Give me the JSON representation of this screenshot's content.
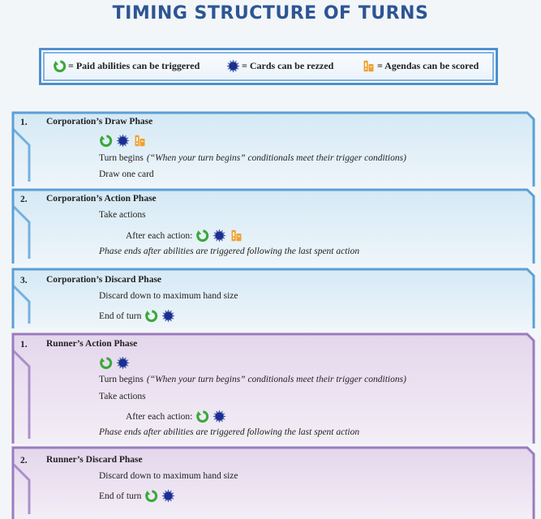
{
  "title": "TIMING STRUCTURE OF TURNS",
  "legend": {
    "paid": "= Paid abilities can be triggered",
    "rez": "= Cards can be rezzed",
    "score": "= Agendas can be scored"
  },
  "colors": {
    "title": "#2d5594",
    "corp_border": "#5aa0d8",
    "runner_border": "#9b7bc0",
    "paid_icon": "#3aa83a",
    "rez_icon": "#1c2f8f",
    "score_icon": "#f0a030"
  },
  "corp": [
    {
      "num": "1.",
      "title": "Corporation’s Draw Phase",
      "turn_begins": "Turn begins",
      "turn_note": "(“When your turn begins” conditionals meet their trigger conditions)",
      "draw": "Draw one card"
    },
    {
      "num": "2.",
      "title": "Corporation’s Action Phase",
      "take": "Take actions",
      "after": "After each action:",
      "ends": "Phase ends after abilities are triggered following the last spent action"
    },
    {
      "num": "3.",
      "title": "Corporation’s Discard Phase",
      "discard": "Discard down to maximum hand size",
      "end": "End of turn"
    }
  ],
  "runner": [
    {
      "num": "1.",
      "title": "Runner’s Action Phase",
      "turn_begins": "Turn begins",
      "turn_note": "(“When your turn begins” conditionals meet their trigger conditions)",
      "take": "Take actions",
      "after": "After each action:",
      "ends": "Phase ends after abilities are triggered following the last spent action"
    },
    {
      "num": "2.",
      "title": "Runner’s Discard Phase",
      "discard": "Discard down to maximum hand size",
      "end": "End of turn"
    }
  ]
}
